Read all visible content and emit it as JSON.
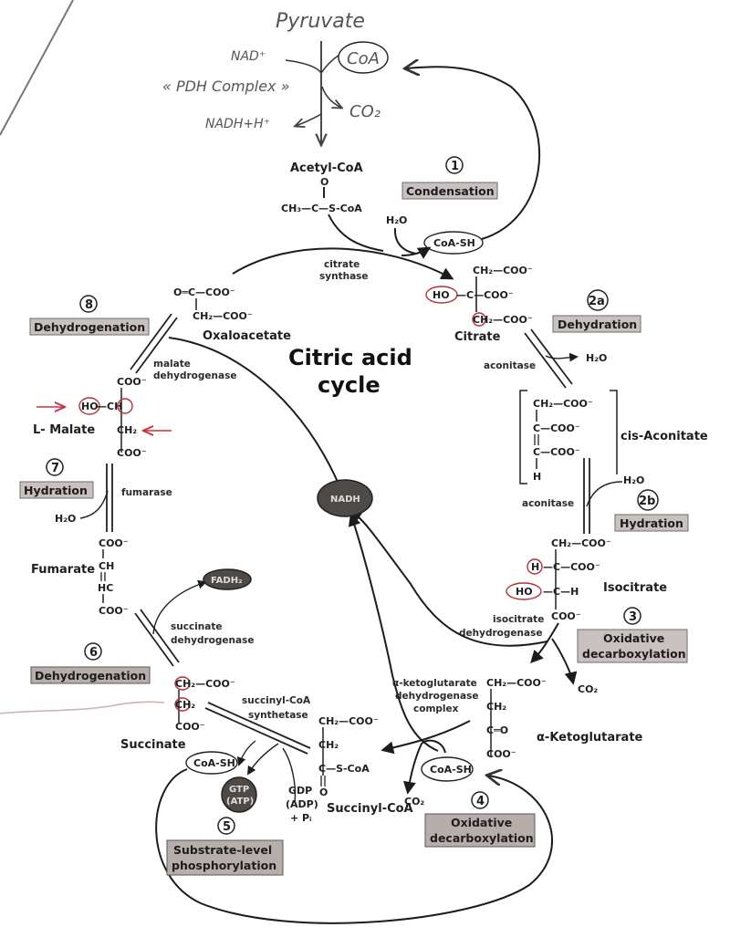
{
  "diagram": {
    "title_line1": "Citric acid",
    "title_line2": "cycle",
    "handwritten": {
      "pyruvate": "Pyruvate",
      "nad_plus": "NAD⁺",
      "coa": "CoA",
      "pdh_complex": "« PDH Complex »",
      "co2": "CO₂",
      "nadh_h": "NADH+H⁺"
    },
    "acetyl_coa": {
      "name": "Acetyl-CoA",
      "o": "O",
      "formula": "CH₃—C—S-CoA"
    },
    "steps": [
      {
        "num": "1",
        "label": "Condensation"
      },
      {
        "num": "2a",
        "label": "Dehydration"
      },
      {
        "num": "2b",
        "label": "Hydration"
      },
      {
        "num": "3",
        "label_line1": "Oxidative",
        "label_line2": "decarboxylation"
      },
      {
        "num": "4",
        "label_line1": "Oxidative",
        "label_line2": "decarboxylation"
      },
      {
        "num": "5",
        "label_line1": "Substrate-level",
        "label_line2": "phosphorylation"
      },
      {
        "num": "6",
        "label": "Dehydrogenation"
      },
      {
        "num": "7",
        "label": "Hydration"
      },
      {
        "num": "8",
        "label": "Dehydrogenation"
      }
    ],
    "enzymes": {
      "citrate_synthase_1": "citrate",
      "citrate_synthase_2": "synthase",
      "aconitase_1": "aconitase",
      "aconitase_2": "aconitase",
      "isocitrate_dh_1": "isocitrate",
      "isocitrate_dh_2": "dehydrogenase",
      "akg_dh_1": "α-ketoglutarate",
      "akg_dh_2": "dehydrogenase",
      "akg_dh_3": "complex",
      "succinyl_coa_synthetase_1": "succinyl-CoA",
      "succinyl_coa_synthetase_2": "synthetase",
      "succinate_dh_1": "succinate",
      "succinate_dh_2": "dehydrogenase",
      "fumarase": "fumarase",
      "malate_dh_1": "malate",
      "malate_dh_2": "dehydrogenase"
    },
    "molecules": {
      "citrate": {
        "name": "Citrate",
        "r1": "CH₂—COO⁻",
        "r2": "HO",
        "r2b": "—C—COO⁻",
        "r3": "CH₂—COO⁻"
      },
      "cis_aconitate": {
        "name": "cis-Aconitate",
        "r1": "CH₂—COO⁻",
        "r2": "C—COO⁻",
        "r3": "C—COO⁻",
        "r4": "H"
      },
      "isocitrate": {
        "name": "Isocitrate",
        "r1": "CH₂—COO⁻",
        "r2a": "H",
        "r2b": "—C—COO⁻",
        "r3a": "HO",
        "r3b": "—C—H",
        "r4": "COO⁻"
      },
      "alpha_ketoglutarate": {
        "name": "α-Ketoglutarate",
        "r1": "CH₂—COO⁻",
        "r2": "CH₂",
        "r3": "C═O",
        "r4": "COO⁻"
      },
      "succinyl_coa": {
        "name": "Succinyl-CoA",
        "r1": "CH₂—COO⁻",
        "r2": "CH₂",
        "r3": "C—S-CoA",
        "r4": "O"
      },
      "succinate": {
        "name": "Succinate",
        "r1": "CH₂—COO⁻",
        "r2": "CH₂",
        "r3": "COO⁻"
      },
      "fumarate": {
        "name": "Fumarate",
        "r1": "COO⁻",
        "r2": "CH",
        "r3": "HC",
        "r4": "COO⁻"
      },
      "malate": {
        "name": "L- Malate",
        "r1": "COO⁻",
        "r2a": "HO",
        "r2b": "—CH",
        "r3": "CH₂",
        "r4": "COO⁻"
      },
      "oxaloacetate": {
        "name": "Oxaloacetate",
        "r1": "O═C—COO⁻",
        "r2": "CH₂—COO⁻"
      }
    },
    "cofactors": {
      "h2o_1": "H₂O",
      "h2o_2a": "H₂O",
      "h2o_2b": "H₂O",
      "h2o_7": "H₂O",
      "coa_sh_1": "CoA-SH",
      "coa_sh_4": "CoA-SH",
      "coa_sh_5": "CoA-SH",
      "co2_3": "CO₂",
      "co2_4": "CO₂",
      "nadh": "NADH",
      "fadh2": "FADH₂",
      "gtp": "GTP",
      "atp": "(ATP)",
      "gdp": "GDP",
      "adp": "(ADP)",
      "pi": "+ Pᵢ"
    }
  }
}
